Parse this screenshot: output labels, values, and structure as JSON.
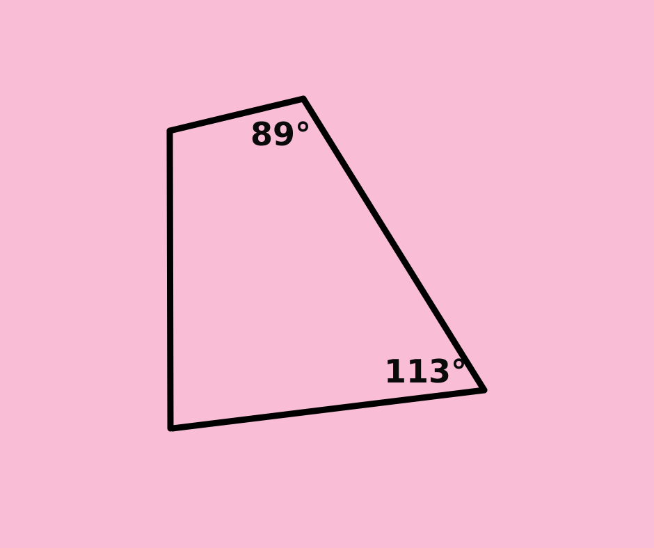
{
  "colors": {
    "background": "#f9bed6",
    "stroke": "#000000",
    "text": "#0a0a0a"
  },
  "diagram": {
    "shape": "quadrilateral",
    "angles": [
      {
        "vertex": "top",
        "value": 89,
        "label": "89°"
      },
      {
        "vertex": "right",
        "value": 113,
        "label": "113°"
      }
    ]
  }
}
